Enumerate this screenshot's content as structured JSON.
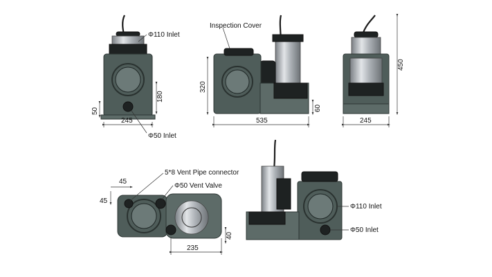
{
  "labels": {
    "inspection_cover": "Inspection Cover",
    "inlet_110_top": "Φ110 Inlet",
    "inlet_50_front": "Φ50 Inlet",
    "vent_pipe_connector": "5*8 Vent Pipe connector",
    "vent_valve": "Φ50 Vent Valve",
    "inlet_110_rear": "Φ110 Inlet",
    "inlet_50_rear": "Φ50 Inlet"
  },
  "dimensions": {
    "front_height": "180",
    "front_inlet_height": "50",
    "front_width": "245",
    "side_height": "320",
    "side_base": "60",
    "side_length": "535",
    "end_height": "450",
    "end_width": "245",
    "top_offset_x": "45",
    "top_offset_y": "45",
    "top_spacing": "235",
    "top_offset_small": "40"
  },
  "colors": {
    "housing": "#4f5d5a",
    "pump_metal": "#b9bec2",
    "fittings": "#1e2222"
  }
}
